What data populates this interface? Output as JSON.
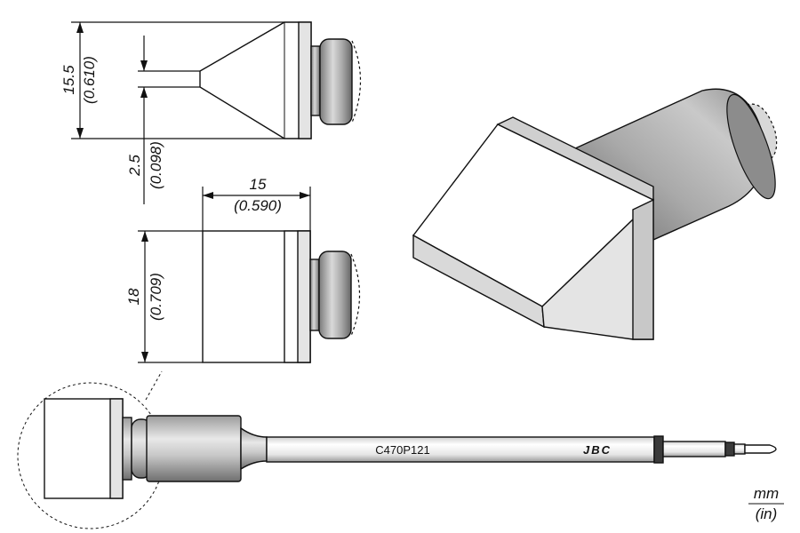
{
  "dimensions": {
    "height_top": {
      "mm": "15.5",
      "in": "(0.610)"
    },
    "tip_width": {
      "mm": "2.5",
      "in": "(0.098)"
    },
    "length": {
      "mm": "15",
      "in": "(0.590)"
    },
    "height_side": {
      "mm": "18",
      "in": "(0.709)"
    }
  },
  "part_number": "C470P121",
  "brand_mark": "JBC",
  "units": {
    "primary": "mm",
    "secondary": "(in)"
  },
  "colors": {
    "shade_light": "#e6e6e6",
    "shade_mid": "#bdbdbd",
    "shade_dark": "#8a8a8a",
    "outline": "#111111"
  }
}
